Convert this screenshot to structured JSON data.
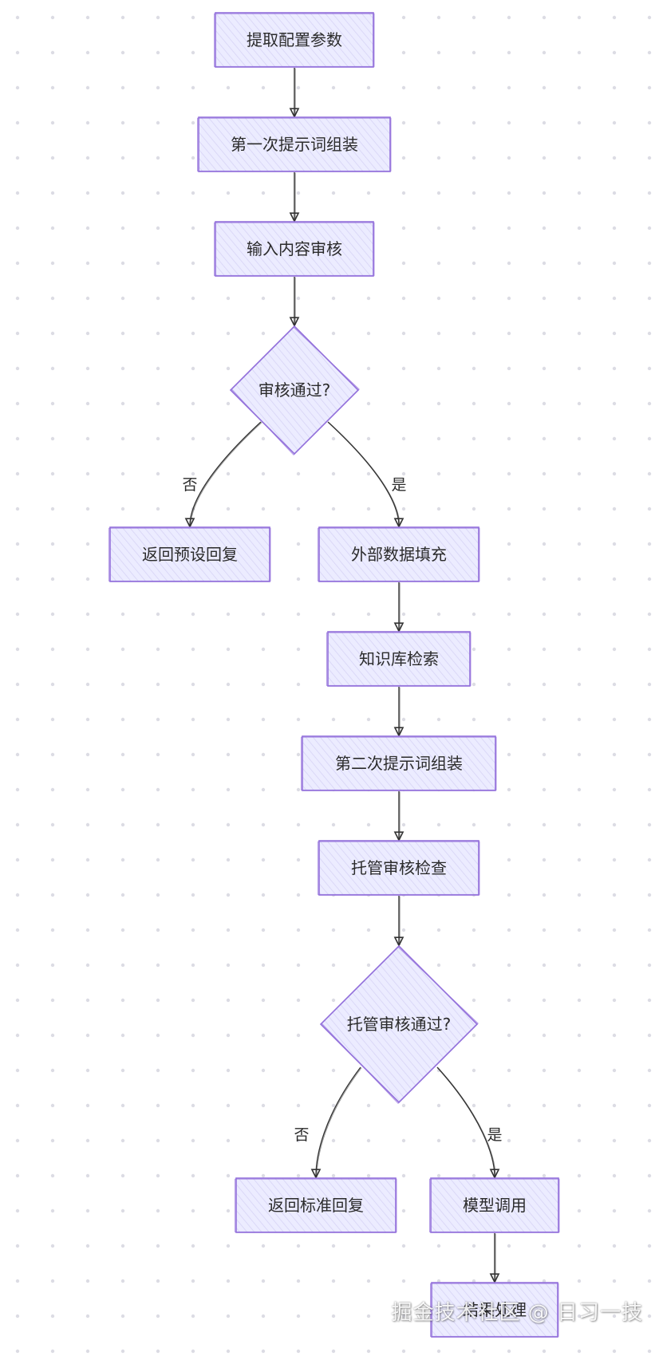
{
  "diagram": {
    "colors": {
      "node_fill": "#ececff",
      "node_stroke": "#9370db",
      "edge": "#333333",
      "dot_grid": "#dcdce4"
    },
    "nodes": [
      {
        "id": "extract",
        "label": "提取配置参数",
        "shape": "rect"
      },
      {
        "id": "assemble1",
        "label": "第一次提示词组装",
        "shape": "rect"
      },
      {
        "id": "review_input",
        "label": "输入内容审核",
        "shape": "rect"
      },
      {
        "id": "review_pass",
        "label": "审核通过?",
        "shape": "diamond"
      },
      {
        "id": "preset_reply",
        "label": "返回预设回复",
        "shape": "rect"
      },
      {
        "id": "external_fill",
        "label": "外部数据填充",
        "shape": "rect"
      },
      {
        "id": "kb_search",
        "label": "知识库检索",
        "shape": "rect"
      },
      {
        "id": "assemble2",
        "label": "第二次提示词组装",
        "shape": "rect"
      },
      {
        "id": "hosted_check",
        "label": "托管审核检查",
        "shape": "rect"
      },
      {
        "id": "hosted_pass",
        "label": "托管审核通过?",
        "shape": "diamond"
      },
      {
        "id": "standard_reply",
        "label": "返回标准回复",
        "shape": "rect"
      },
      {
        "id": "model_call",
        "label": "模型调用",
        "shape": "rect"
      },
      {
        "id": "result",
        "label": "结果处理",
        "shape": "rect"
      }
    ],
    "edges": [
      {
        "from": "extract",
        "to": "assemble1",
        "label": ""
      },
      {
        "from": "assemble1",
        "to": "review_input",
        "label": ""
      },
      {
        "from": "review_input",
        "to": "review_pass",
        "label": ""
      },
      {
        "from": "review_pass",
        "to": "preset_reply",
        "label": "否"
      },
      {
        "from": "review_pass",
        "to": "external_fill",
        "label": "是"
      },
      {
        "from": "external_fill",
        "to": "kb_search",
        "label": ""
      },
      {
        "from": "kb_search",
        "to": "assemble2",
        "label": ""
      },
      {
        "from": "assemble2",
        "to": "hosted_check",
        "label": ""
      },
      {
        "from": "hosted_check",
        "to": "hosted_pass",
        "label": ""
      },
      {
        "from": "hosted_pass",
        "to": "standard_reply",
        "label": "否"
      },
      {
        "from": "hosted_pass",
        "to": "model_call",
        "label": "是"
      },
      {
        "from": "model_call",
        "to": "result",
        "label": ""
      }
    ]
  },
  "watermark": "掘金技术社区 @ 日习一技"
}
